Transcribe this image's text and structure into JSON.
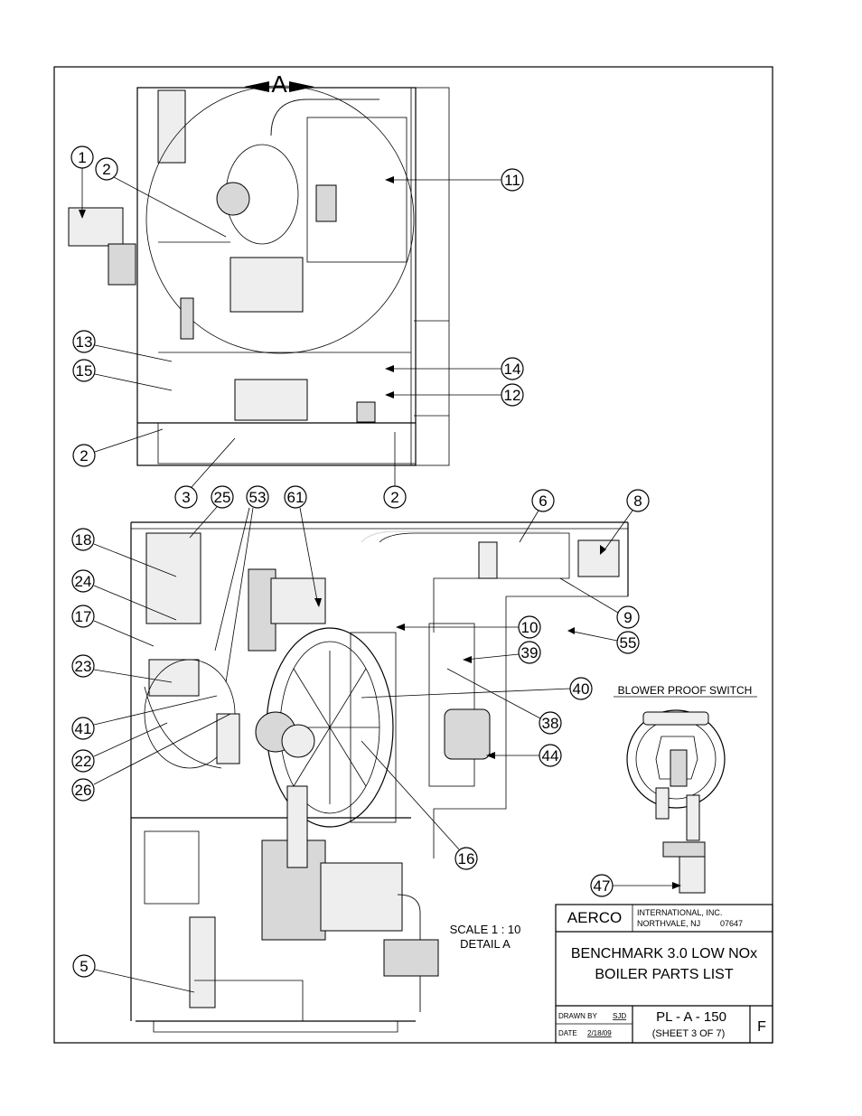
{
  "detail_marker": "A",
  "top_callouts": [
    "1",
    "2",
    "11",
    "13",
    "15",
    "14",
    "12",
    "2",
    "3",
    "2"
  ],
  "bottom_callouts": [
    "25",
    "53",
    "61",
    "6",
    "8",
    "18",
    "24",
    "17",
    "23",
    "41",
    "22",
    "26",
    "10",
    "9",
    "55",
    "39",
    "40",
    "38",
    "44",
    "16",
    "5"
  ],
  "scale_label": "SCALE 1 : 10",
  "detail_label": "DETAIL A",
  "inset": {
    "title": "BLOWER PROOF SWITCH",
    "callout": "47"
  },
  "title_block": {
    "company": "AERCO",
    "company_line1": "INTERNATIONAL, INC.",
    "company_line2": "NORTHVALE, NJ",
    "zip": "07647",
    "title_line1": "BENCHMARK 3.0 LOW NOx",
    "title_line2": "BOILER PARTS LIST",
    "drawn_by_label": "DRAWN BY",
    "drawn_by": "SJD",
    "date_label": "DATE",
    "date": "2/18/09",
    "drawing_no": "PL - A - 150",
    "sheet": "(SHEET 3 OF 7)",
    "revision": "F"
  }
}
